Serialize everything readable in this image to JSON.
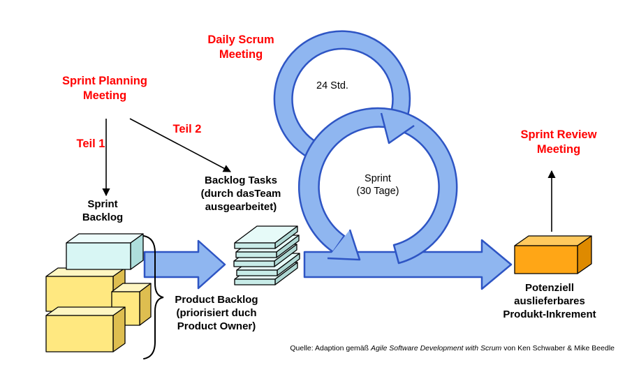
{
  "colors": {
    "red": "#ff0000",
    "arrow_fill": "#8fb6f0",
    "arrow_stroke": "#2e55c4",
    "brick_front": "#ffe880",
    "brick_top": "#fff6c2",
    "brick_side": "#debe50",
    "cyanbox_front": "#d8f6f4",
    "cyanbox_top": "#edfcfb",
    "cyanbox_side": "#aededc",
    "sheet_front": "#c8ece8",
    "sheet_top": "#e6faf8",
    "sheet_side": "#afd8d4",
    "increment_front": "#ffa616",
    "increment_top": "#ffc95e",
    "increment_side": "#de8a00"
  },
  "diagram": {
    "daily_scrum_meeting": "Daily Scrum\nMeeting",
    "daily_cycle": "24 Std.",
    "sprint_planning_meeting": "Sprint Planning\nMeeting",
    "teil_1": "Teil 1",
    "teil_2": "Teil 2",
    "sprint_backlog": "Sprint\nBacklog",
    "backlog_tasks": "Backlog Tasks\n(durch dasTeam\nausgearbeitet)",
    "sprint_cycle": "Sprint\n(30 Tage)",
    "sprint_review_meeting": "Sprint Review\nMeeting",
    "product_backlog": "Product Backlog\n(priorisiert duch\nProduct Owner)",
    "product_increment": "Potenziell\nauslieferbares\nProdukt-Inkrement",
    "source": {
      "prefix": "Quelle: Adaption gemäß ",
      "book_title": "Agile Software Development with Scrum",
      "suffix": " von Ken Schwaber & Mike Beedle"
    }
  }
}
